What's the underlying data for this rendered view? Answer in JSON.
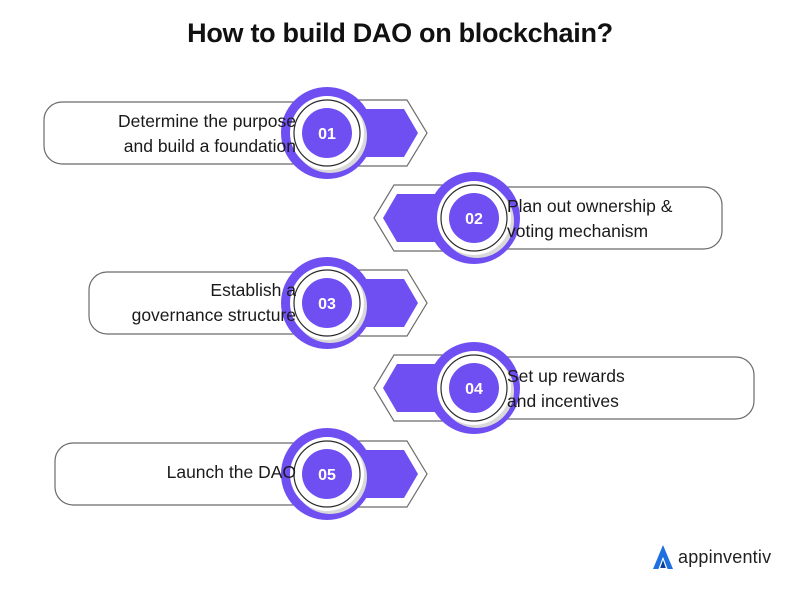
{
  "title": "How to build DAO on blockchain?",
  "colors": {
    "accent": "#6f4ff2",
    "accent_dark": "#5b3ad9",
    "ring_shadow": "#d9d9d9",
    "card_border": "#6b6b6b",
    "text": "#1a1a1a"
  },
  "steps": [
    {
      "number": "01",
      "text": "Determine the purpose\nand build a foundation",
      "side": "left"
    },
    {
      "number": "02",
      "text": "Plan out ownership &\nvoting mechanism",
      "side": "right"
    },
    {
      "number": "03",
      "text": "Establish a\ngovernance structure",
      "side": "left"
    },
    {
      "number": "04",
      "text": "Set up rewards\nand incentives",
      "side": "right"
    },
    {
      "number": "05",
      "text": "Launch the DAO",
      "side": "left"
    }
  ],
  "brand": {
    "name": "appinventiv",
    "icon": "appinventiv-logo-icon"
  }
}
